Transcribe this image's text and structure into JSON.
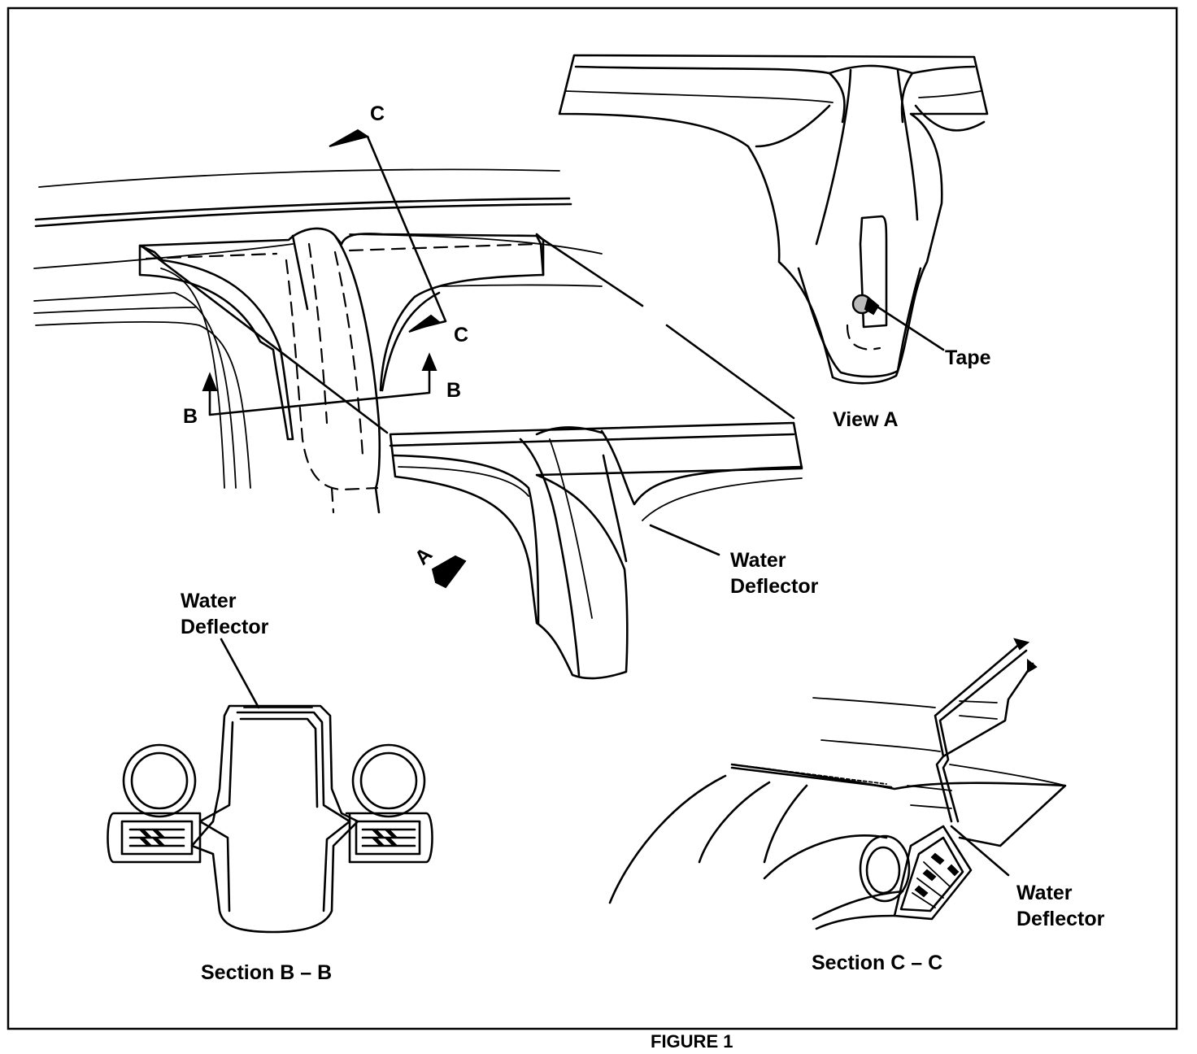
{
  "figure": {
    "caption": "FIGURE 1",
    "labels": {
      "c_top": "C",
      "c_mid": "C",
      "b_left": "B",
      "b_right": "B",
      "view_a_arrow": "A",
      "tape": "Tape",
      "view_a": "View A",
      "water_deflector_main": [
        "Water",
        "Deflector"
      ],
      "water_deflector_bb": [
        "Water",
        "Deflector"
      ],
      "water_deflector_cc": [
        "Water",
        "Deflector"
      ],
      "section_bb": "Section B – B",
      "section_cc": "Section C – C"
    }
  }
}
